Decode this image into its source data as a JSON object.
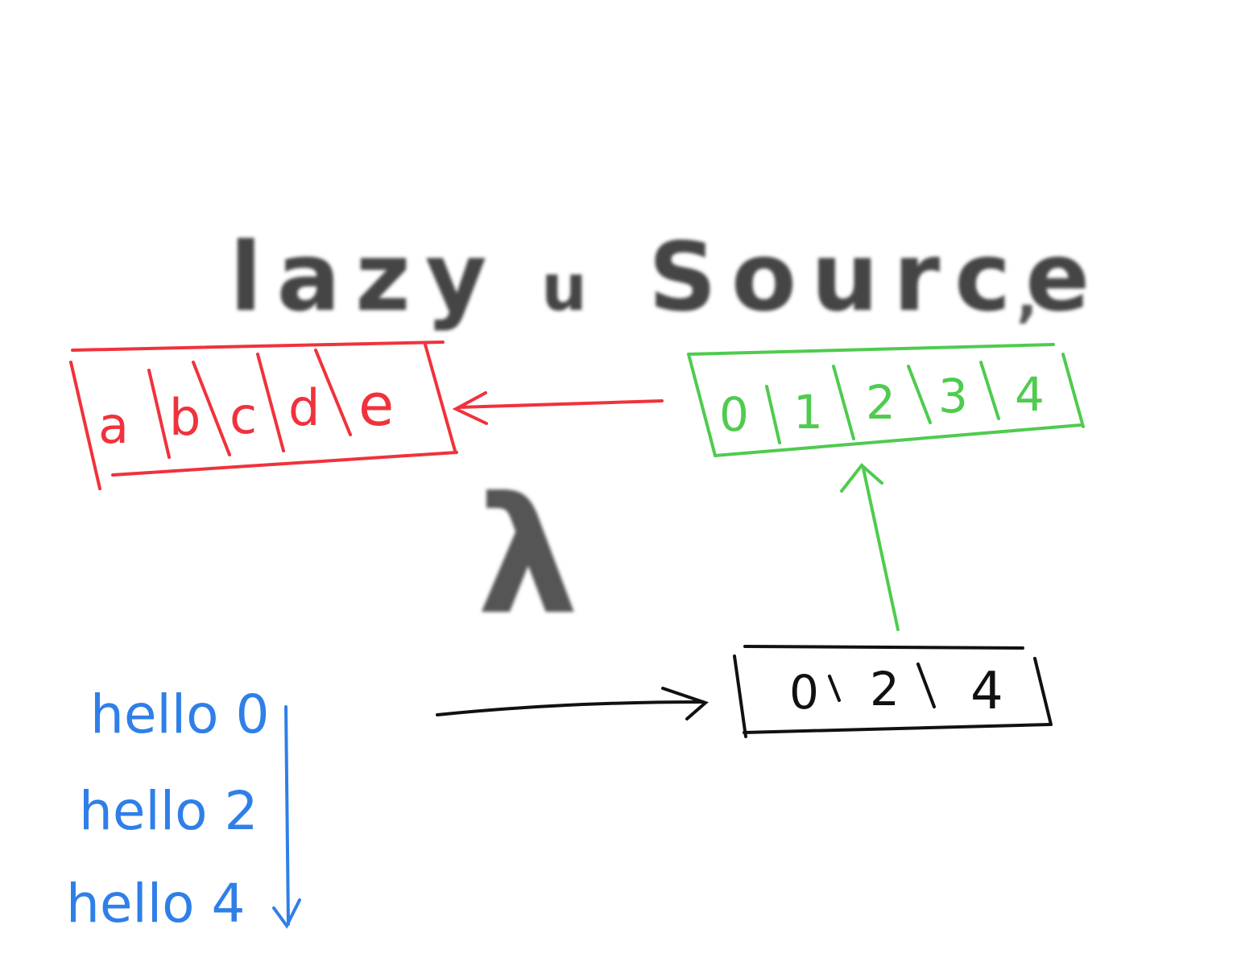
{
  "title": {
    "word1": "lazy",
    "word2": "u",
    "word3": "Source",
    "trailing": ","
  },
  "colors": {
    "title": "#444444",
    "red": "#f0323c",
    "green": "#4fcb4f",
    "black": "#111111",
    "blue": "#2f7fe8",
    "lambda": "#555555"
  },
  "red_array": {
    "cells": [
      "a",
      "b",
      "c",
      "d",
      "e"
    ]
  },
  "green_array": {
    "cells": [
      "0",
      "1",
      "2",
      "3",
      "4"
    ]
  },
  "black_array": {
    "cells": [
      "0",
      "2",
      "4"
    ]
  },
  "lambda": "λ",
  "output": {
    "lines": [
      "hello 0",
      "hello 2",
      "hello 4"
    ]
  }
}
